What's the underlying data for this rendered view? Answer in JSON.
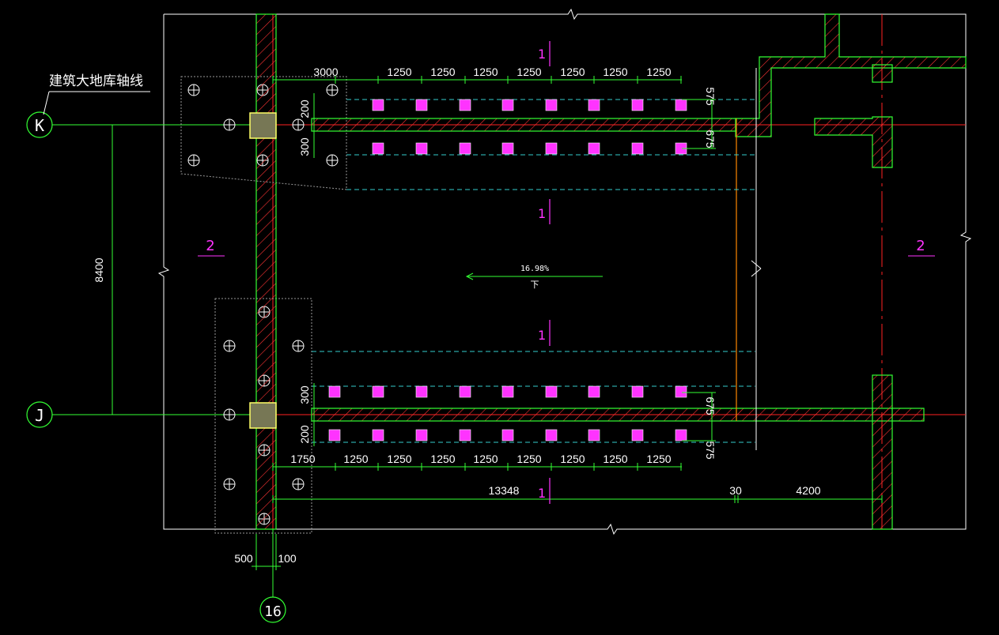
{
  "labels": {
    "axis_note": "建筑大地库轴线",
    "axis_k": "K",
    "axis_j": "J",
    "axis_16": "16",
    "section_2_left": "2",
    "section_2_right": "2",
    "slope": "16.98%",
    "section_1": "1"
  },
  "dims": {
    "top_first": "3000",
    "top_series": [
      "1250",
      "1250",
      "1250",
      "1250",
      "1250",
      "1250",
      "1250"
    ],
    "top_left_200": "200",
    "top_left_300": "300",
    "top_right_575": "575",
    "top_right_675": "675",
    "bot_left_300": "300",
    "bot_left_200": "200",
    "bot_right_675": "675",
    "bot_right_575": "575",
    "bot_first": "1750",
    "bot_series": [
      "1250",
      "1250",
      "1250",
      "1250",
      "1250",
      "1250",
      "1250",
      "1250"
    ],
    "total_13348": "13348",
    "gap_30": "30",
    "right_4200": "4200",
    "vertical_8400": "8400",
    "left_500": "500",
    "left_100": "100"
  },
  "colors": {
    "wall_green": "#33ff33",
    "hatch_red": "#ff3333",
    "axis_red": "#ff2222",
    "cyan": "#33cccc",
    "magenta": "#ff33ff",
    "orange": "#ff8800",
    "yellow": "#ffff66"
  }
}
